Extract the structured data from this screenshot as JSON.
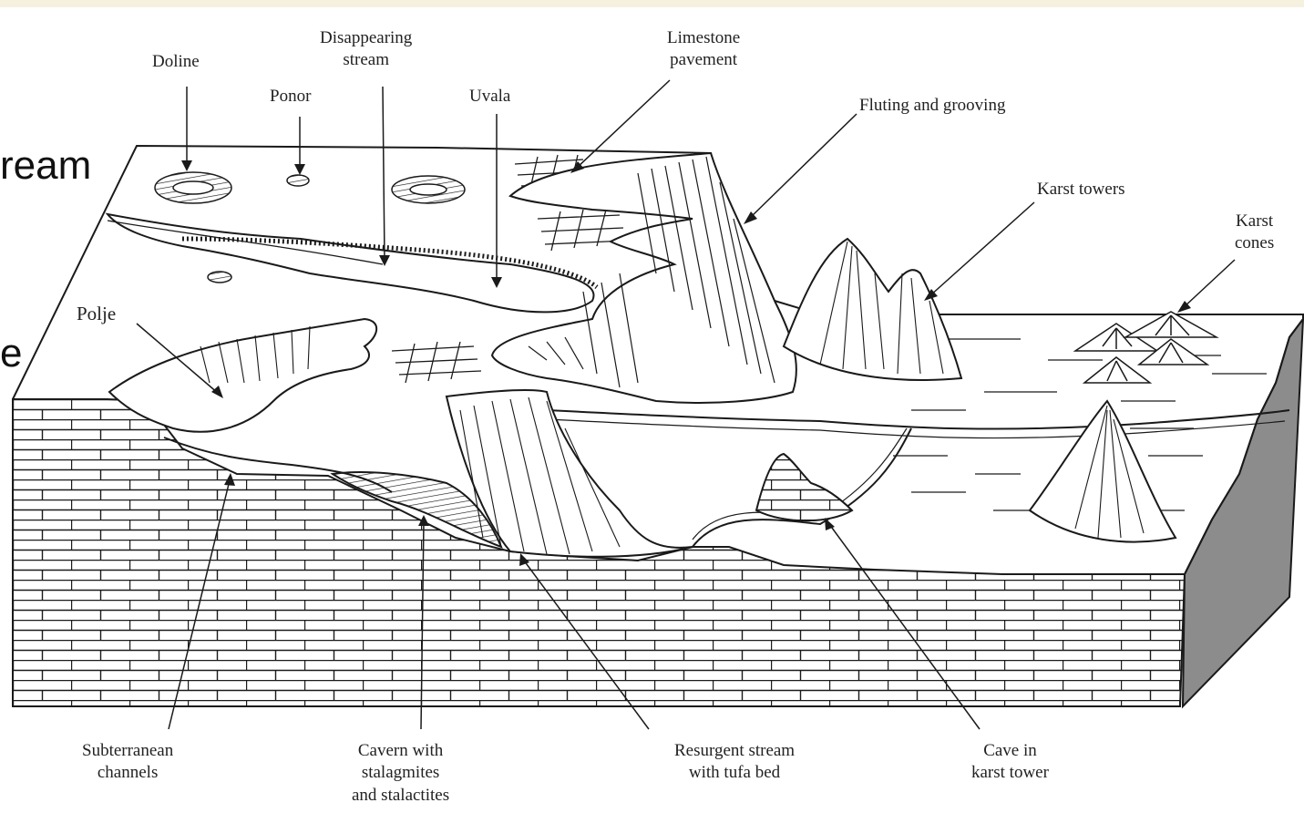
{
  "slide_fragments": [
    "ream",
    "e"
  ],
  "labels": {
    "doline": "Doline",
    "ponor": "Ponor",
    "disappearing_stream": [
      "Disappearing",
      "stream"
    ],
    "uvala": "Uvala",
    "limestone_pavement": [
      "Limestone",
      "pavement"
    ],
    "fluting_and_grooving": "Fluting and grooving",
    "karst_towers": "Karst towers",
    "karst_cones": [
      "Karst",
      "cones"
    ],
    "polje": "Polje",
    "subterranean_channels": [
      "Subterranean",
      "channels"
    ],
    "cavern": [
      "Cavern with",
      "stalagmites",
      "and stalactites"
    ],
    "resurgent_stream": [
      "Resurgent stream",
      "with tufa bed"
    ],
    "cave_in_karst_tower": [
      "Cave in",
      "karst tower"
    ]
  },
  "colors": {
    "line": "#1a1a1a",
    "side_shade": "#8c8c8c",
    "top_strip": "#f6f0df"
  }
}
